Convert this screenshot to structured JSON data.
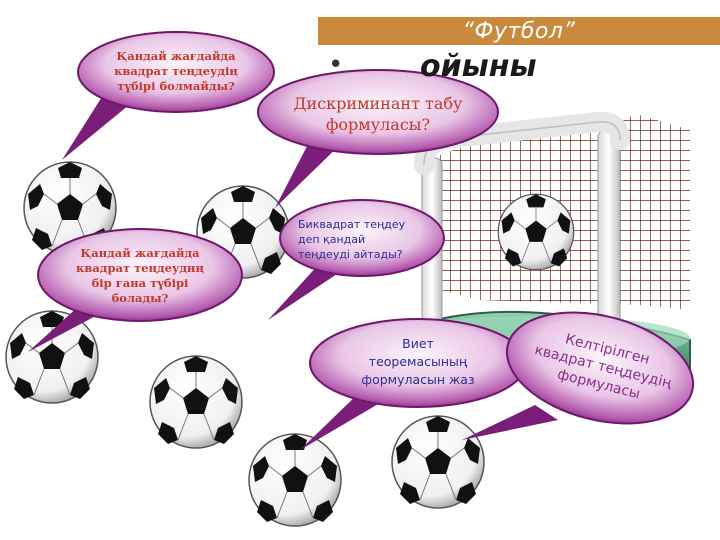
{
  "header": {
    "title": "“Футбол”"
  },
  "subtitle": {
    "bullet": "•",
    "text": "ойыны"
  },
  "bubbles": {
    "q1": {
      "line1": "Қандай жағдайда",
      "line2": "квадрат теңдеудің",
      "line3": "түбірі болмайды?"
    },
    "q2": {
      "line1": "Дискриминант табу",
      "line2": "формуласы?"
    },
    "q3": {
      "line1": "Биквадрат теңдеу",
      "line2": "деп қандай",
      "line3": "теңдеуді айтады?"
    },
    "q4": {
      "line1": "Қандай жағдайда",
      "line2": "квадрат теңдеуднң",
      "line3": "бір ғана түбірі",
      "line4": "болады?"
    },
    "q5": {
      "line1": "Виет",
      "line2": "теоремасының",
      "line3": "формуласын жаз"
    },
    "q6": {
      "line1": "Келтірілген",
      "line2": "квадрат теңдеудің",
      "line3": "формуласы"
    }
  },
  "colors": {
    "header": "#c98a3e",
    "bubble_outer": "#7a1e7a",
    "bubble_inner": "#f4e6f3",
    "question_text_red": "#c0392b",
    "question_text_blue": "#2a2f8f",
    "question_text_purple": "#8b2d8b"
  }
}
